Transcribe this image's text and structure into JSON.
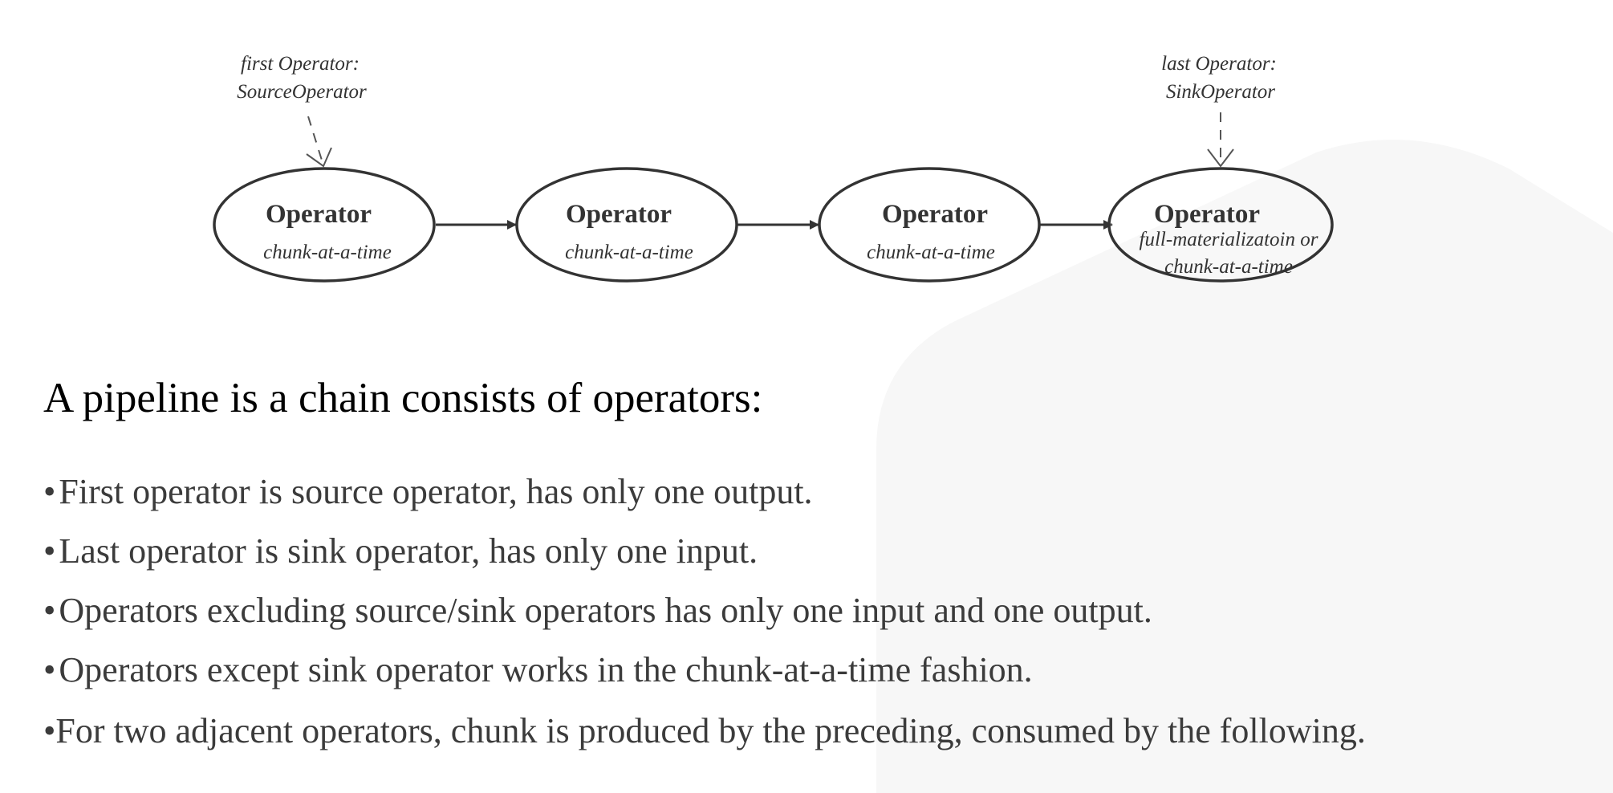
{
  "diagram": {
    "annotations": [
      {
        "line1": "first Operator:",
        "line2": "SourceOperator"
      },
      {
        "line1": "last Operator:",
        "line2": "SinkOperator"
      }
    ],
    "nodes": [
      {
        "title": "Operator",
        "subtitle": "chunk-at-a-time"
      },
      {
        "title": "Operator",
        "subtitle": "chunk-at-a-time"
      },
      {
        "title": "Operator",
        "subtitle": "chunk-at-a-time"
      },
      {
        "title": "Operator",
        "subtitle": "full-materializatoin or",
        "subtitle2": "chunk-at-a-time"
      }
    ]
  },
  "heading": "A pipeline is a chain consists of operators:",
  "bullet_symbol": "•",
  "bullets": [
    "First operator is source operator,  has only one output.",
    "Last operator is sink operator, has only one input.",
    "Operators excluding source/sink operators has only one input and one output.",
    "Operators except sink operator works in the chunk-at-a-time fashion.",
    "For two adjacent operators, chunk is produced by the preceding, consumed by the following."
  ],
  "colors": {
    "background": "#ffffff",
    "background_shape": "#f7f7f7",
    "node_stroke": "#333333",
    "heading_text": "#000000",
    "bullet_text": "#3b3b3b"
  }
}
